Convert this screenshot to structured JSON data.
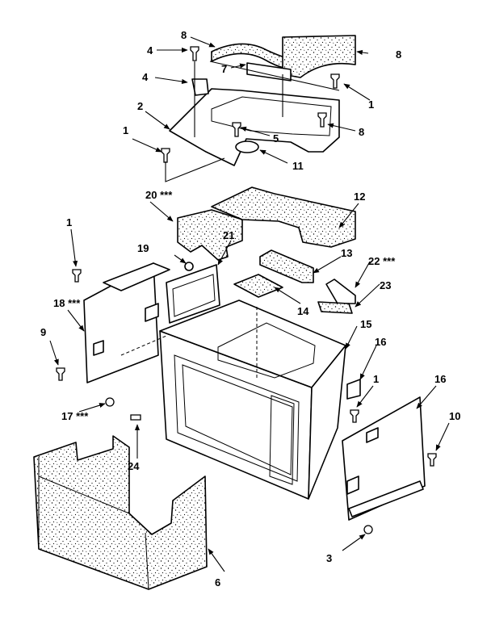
{
  "callouts": [
    {
      "id": "c1a",
      "text": "1"
    },
    {
      "id": "c1b",
      "text": "1"
    },
    {
      "id": "c1c",
      "text": "1"
    },
    {
      "id": "c1d",
      "text": "1"
    },
    {
      "id": "c2",
      "text": "2"
    },
    {
      "id": "c3",
      "text": "3"
    },
    {
      "id": "c4a",
      "text": "4"
    },
    {
      "id": "c4b",
      "text": "4"
    },
    {
      "id": "c5",
      "text": "5"
    },
    {
      "id": "c6",
      "text": "6"
    },
    {
      "id": "c7",
      "text": "7"
    },
    {
      "id": "c8a",
      "text": "8"
    },
    {
      "id": "c8b",
      "text": "8"
    },
    {
      "id": "c8c",
      "text": "8"
    },
    {
      "id": "c9",
      "text": "9"
    },
    {
      "id": "c10",
      "text": "10"
    },
    {
      "id": "c11",
      "text": "11"
    },
    {
      "id": "c12",
      "text": "12"
    },
    {
      "id": "c13",
      "text": "13"
    },
    {
      "id": "c14",
      "text": "14"
    },
    {
      "id": "c15",
      "text": "15"
    },
    {
      "id": "c16a",
      "text": "16"
    },
    {
      "id": "c16b",
      "text": "16"
    },
    {
      "id": "c17",
      "text": "17 ***"
    },
    {
      "id": "c18",
      "text": "18 ***"
    },
    {
      "id": "c19",
      "text": "19"
    },
    {
      "id": "c20",
      "text": "20 ***"
    },
    {
      "id": "c21",
      "text": "21"
    },
    {
      "id": "c22",
      "text": "22 ***"
    },
    {
      "id": "c23",
      "text": "23"
    },
    {
      "id": "c24",
      "text": "24"
    }
  ]
}
